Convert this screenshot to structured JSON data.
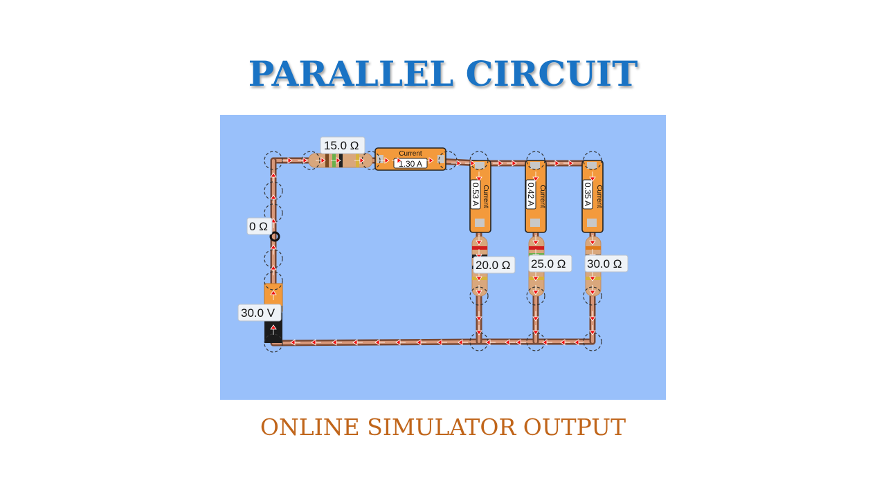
{
  "slide": {
    "title": "PARALLEL CIRCUIT",
    "subtitle": "ONLINE SIMULATOR OUTPUT"
  },
  "simulator": {
    "background_color": "#99c0fa",
    "battery": {
      "label": "30.0 V"
    },
    "switch": {
      "label": "0 Ω"
    },
    "series_resistor": {
      "label": "15.0 Ω"
    },
    "main_ammeter": {
      "caption": "Current",
      "reading": "1.30 A"
    },
    "branches": [
      {
        "ammeter_caption": "Current",
        "ammeter_reading": "0.53 A",
        "resistor_label": "20.0 Ω"
      },
      {
        "ammeter_caption": "Current",
        "ammeter_reading": "0.42 A",
        "resistor_label": "25.0 Ω"
      },
      {
        "ammeter_caption": "Current",
        "ammeter_reading": "0.35 A",
        "resistor_label": "30.0 Ω"
      }
    ]
  },
  "colors": {
    "title": "#1a73c4",
    "subtitle": "#c0651a",
    "wire": "#7a4a35",
    "arrow": "#ee1111",
    "meter": "#f39a3c"
  }
}
